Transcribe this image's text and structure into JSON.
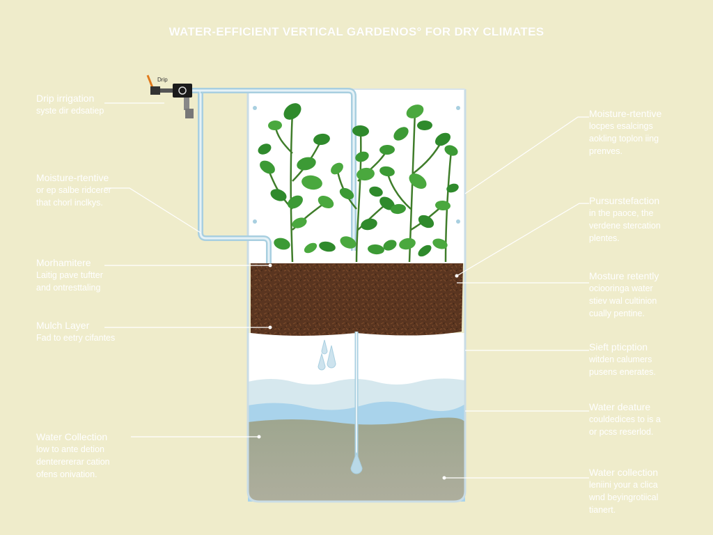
{
  "title": "WATER-EFFICIENT VERTICAL GARDENOS° FOR DRY CLIMATES",
  "valve_label": "Drip",
  "colors": {
    "background": "#efeccb",
    "soil": "#5a3520",
    "water_light": "#cfe3ec",
    "water_blue": "#a9d2ea",
    "water_murky": "#a7aa98",
    "pipe": "#a8cfe0",
    "leaf": "#3f9a38"
  },
  "left_labels": [
    {
      "heading": "Drip irrigation",
      "lines": [
        "syste  dir edsatiep"
      ]
    },
    {
      "heading": "Moisture-rtentive",
      "lines": [
        "or ep salbe ridcerer",
        "that chorl inclkys."
      ]
    },
    {
      "heading": "Morhamitere",
      "lines": [
        "Laitig pave tuftter",
        "and ontresttaling"
      ]
    },
    {
      "heading": "Mulch Layer",
      "lines": [
        "Fad to eetry cifantes"
      ]
    },
    {
      "heading": "Water Collection",
      "lines": [
        "low to ante detion",
        "denterererar cation",
        "ofens onivation."
      ]
    }
  ],
  "right_labels": [
    {
      "heading": "Moisture-rtentive",
      "lines": [
        "locpes  esalcings",
        "aokling toplon iing",
        "prenves."
      ]
    },
    {
      "heading": "Pursurstefaction",
      "lines": [
        "in the paoce, the",
        "verdene stercation",
        "plentes."
      ]
    },
    {
      "heading": "Mosture retently",
      "lines": [
        "ociooringa  water",
        "stiev wal  cultinion",
        "cually pentine."
      ]
    },
    {
      "heading": "Sieft pticption",
      "lines": [
        "witden calumers",
        "pusens enerates."
      ]
    },
    {
      "heading": "Water deature",
      "lines": [
        "couldedices to is a",
        "or pcss reserlod."
      ]
    },
    {
      "heading": "Water collection",
      "lines": [
        "leniini your  a clica",
        "wnd beyingrotiical",
        "tianert."
      ]
    }
  ],
  "icons": {
    "valve": "valve-icon",
    "droplets": "droplet-icon",
    "plants": "plant-icon"
  }
}
